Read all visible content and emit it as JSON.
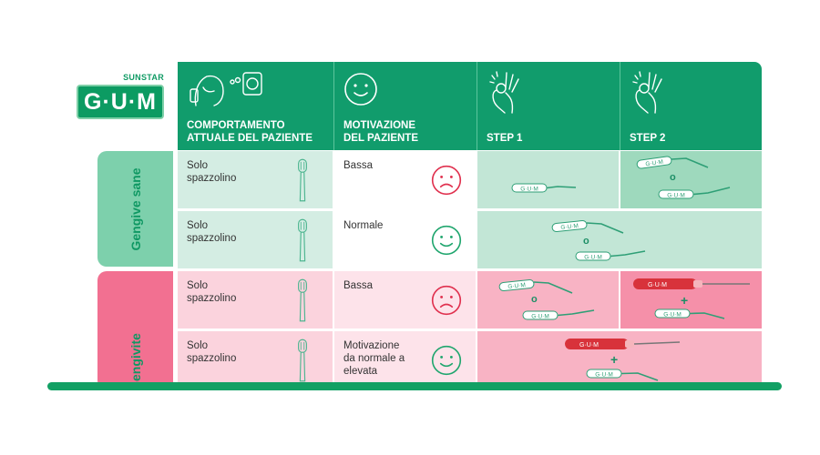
{
  "logo": {
    "brand": "SUNSTAR",
    "name": "G·U·M"
  },
  "header": {
    "col1": "COMPORTAMENTO\nATTUALE DEL PAZIENTE",
    "col2": "MOTIVAZIONE\nDEL PAZIENTE",
    "col3": "STEP 1",
    "col4": "STEP 2"
  },
  "groups": {
    "healthy": "Gengive sane",
    "inflamed": "Gengivite"
  },
  "rows": [
    {
      "behavior": "Solo\nspazzolino",
      "motivation": "Bassa"
    },
    {
      "behavior": "Solo\nspazzolino",
      "motivation": "Normale"
    },
    {
      "behavior": "Solo\nspazzolino",
      "motivation": "Bassa"
    },
    {
      "behavior": "Solo\nspazzolino",
      "motivation": "Motivazione\nda normale a\nelevata"
    }
  ],
  "tools": {
    "brand_mark": "G·U·M",
    "or": "o",
    "plus": "+"
  },
  "colors": {
    "green": "#119c6c",
    "light_green": "#7dd0ac",
    "pink": "#f27091",
    "sad_face": "#e0304e",
    "happy_face": "#20a66e"
  },
  "icons": {
    "header_col1": "patient-phone-icon",
    "header_col2": "smile-icon",
    "header_step": "ok-hand-icon",
    "row_toothbrush": "toothbrush-icon",
    "face_low": "sad-face-icon",
    "face_normal": "happy-face-icon"
  }
}
